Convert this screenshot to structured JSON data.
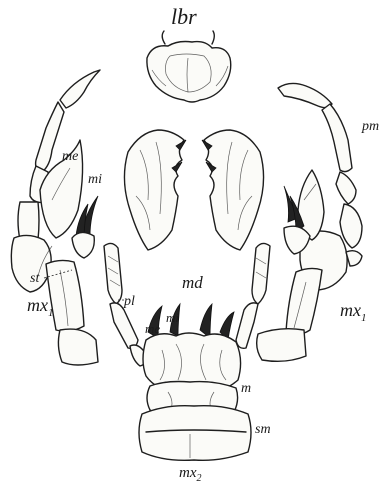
{
  "labels": {
    "labrum": "lbr",
    "mandibles": "md",
    "palp_maxilla": "pm",
    "mala_externa_left": "me",
    "mala_interna_left": "mi",
    "stipes": "st",
    "maxilla_left": "mx",
    "maxilla_left_sub": "1",
    "maxilla_right": "mx",
    "maxilla_right_sub": "1",
    "labial_palp": "pl",
    "mala_externa_labium": "me",
    "mala_interna_labium": "mi",
    "mentum": "m",
    "submentum": "sm",
    "labium": "mx",
    "labium_sub": "2"
  }
}
